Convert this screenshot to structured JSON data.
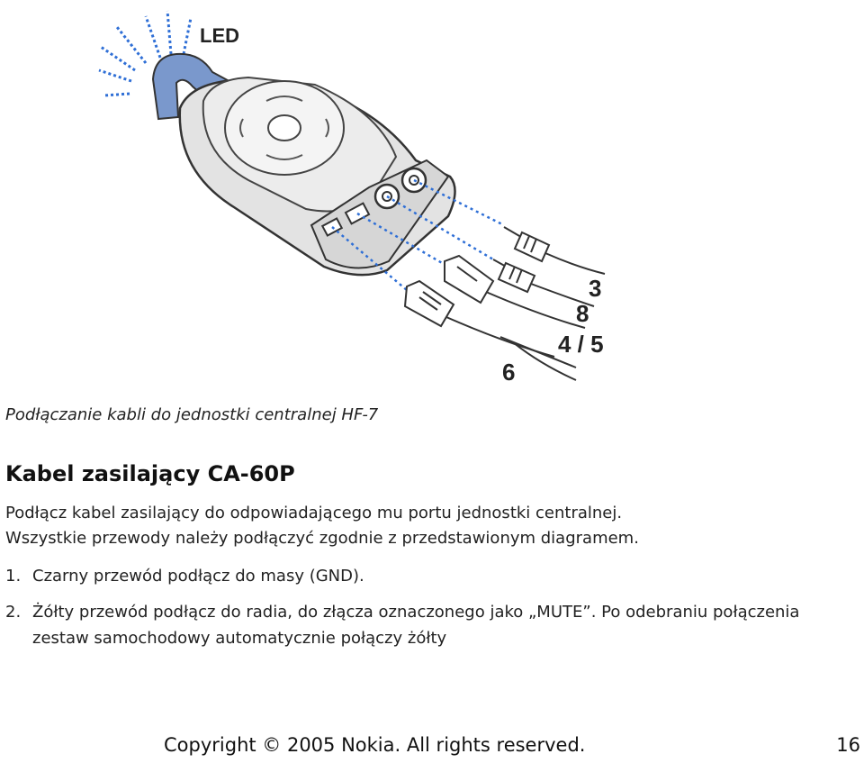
{
  "figure": {
    "led_label": "LED",
    "connector_numbers": [
      "3",
      "8",
      "4 / 5",
      "6"
    ]
  },
  "caption": "Podłączanie kabli do jednostki centralnej HF-7",
  "heading": "Kabel zasilający CA-60P",
  "intro_lines": [
    "Podłącz kabel zasilający do odpowiadającego mu portu jednostki centralnej.",
    "Wszystkie przewody należy podłączyć zgodnie z przedstawionym diagramem."
  ],
  "list": [
    {
      "num": "1.",
      "text": "Czarny przewód podłącz do masy (GND)."
    },
    {
      "num": "2.",
      "text": "Żółty przewód podłącz do radia, do złącza oznaczonego jako „MUTE”. Po odebraniu połączenia zestaw samochodowy automatycznie połączy żółty"
    }
  ],
  "footer": {
    "copyright": "Copyright © 2005 Nokia. All rights reserved.",
    "page_number": "16"
  },
  "colors": {
    "led_blue": "#2f6fd6",
    "device_grey": "#e3e3e3",
    "cable_blue": "#7a98cc"
  }
}
